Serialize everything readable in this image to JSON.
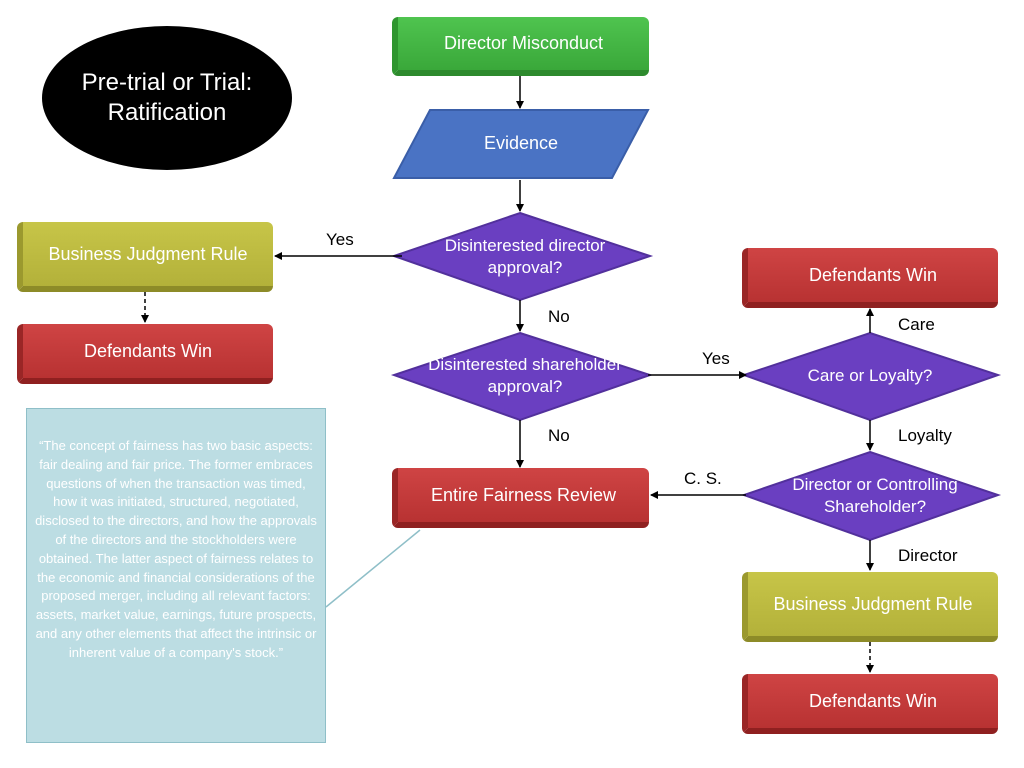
{
  "title": "Pre-trial or Trial: Ratification",
  "nodes": {
    "director_misconduct": "Director Misconduct",
    "evidence": "Evidence",
    "disinterested_director": "Disinterested director approval?",
    "disinterested_shareholder": "Disinterested shareholder approval?",
    "entire_fairness": "Entire Fairness Review",
    "care_or_loyalty": "Care or Loyalty?",
    "director_or_cs": "Director or Controlling Shareholder?",
    "bjr_left": "Business Judgment Rule",
    "defendants_win_left": "Defendants Win",
    "defendants_win_top_right": "Defendants Win",
    "bjr_right": "Business Judgment Rule",
    "defendants_win_bottom_right": "Defendants Win"
  },
  "edge_labels": {
    "yes_left": "Yes",
    "no_1": "No",
    "yes_right": "Yes",
    "no_2": "No",
    "care": "Care",
    "loyalty": "Loyalty",
    "cs": "C. S.",
    "director": "Director"
  },
  "quote": "“The concept of fairness has two basic aspects: fair dealing and fair price. The former embraces questions of when the transaction was timed, how it was initiated, structured, negotiated, disclosed to the directors, and how the approvals of the directors and the stockholders were obtained. The latter aspect of fairness relates to the economic and financial considerations of the proposed merger, including all relevant factors: assets, market value, earnings, future prospects, and any other elements that affect the intrinsic or inherent value of a company's stock.”",
  "colors": {
    "green": "#3fb43f",
    "blue": "#4a73c4",
    "purple": "#6a3fc1",
    "red": "#c03a3a",
    "olive": "#bab83f",
    "callout": "#bcdde3"
  }
}
